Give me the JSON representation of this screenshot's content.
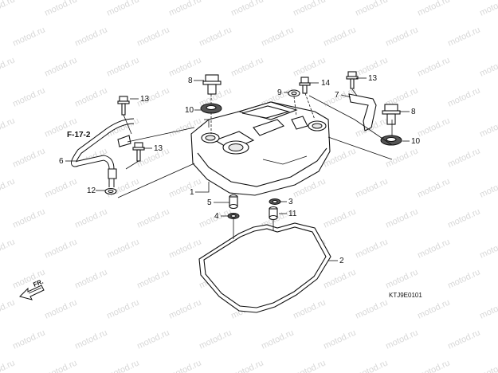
{
  "watermark": {
    "text": "motod.ru"
  },
  "diagram": {
    "reference_label": "F-17-2",
    "figure_code": "KTJ9E0101",
    "front_label": "FR.",
    "callouts": {
      "c1": "1",
      "c2": "2",
      "c3": "3",
      "c4": "4",
      "c5": "5",
      "c6": "6",
      "c7": "7",
      "c8a": "8",
      "c8b": "8",
      "c9": "9",
      "c10a": "10",
      "c10b": "10",
      "c11": "11",
      "c12": "12",
      "c13a": "13",
      "c13b": "13",
      "c13c": "13",
      "c14": "14"
    }
  }
}
